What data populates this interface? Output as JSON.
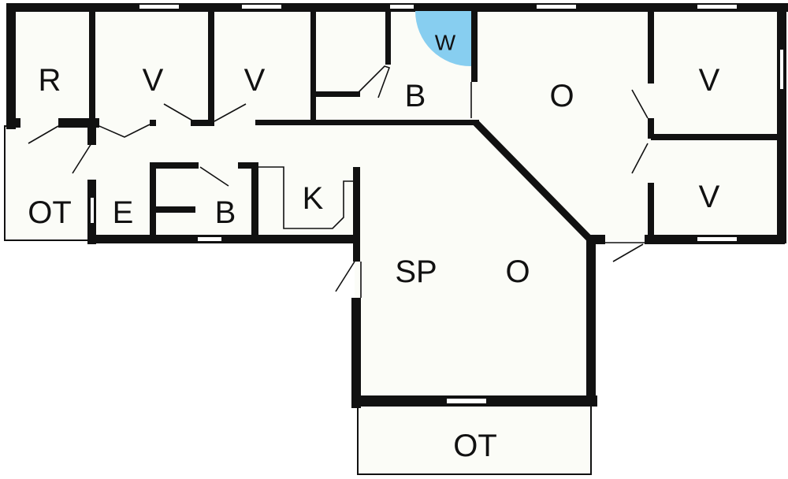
{
  "colors": {
    "floor": "#fbfcf7",
    "wall": "#111111",
    "window_fill": "#ffffff",
    "door_line": "#111111",
    "washer_fill": "#87cef0",
    "background": "#ffffff"
  },
  "rooms": {
    "r": "R",
    "v1": "V",
    "v2": "V",
    "b_top": "B",
    "w": "W",
    "o_top": "O",
    "v3": "V",
    "v4": "V",
    "ot_left": "OT",
    "e": "E",
    "b_mid": "B",
    "k": "K",
    "sp": "SP",
    "o_mid": "O",
    "ot_bottom": "OT"
  }
}
